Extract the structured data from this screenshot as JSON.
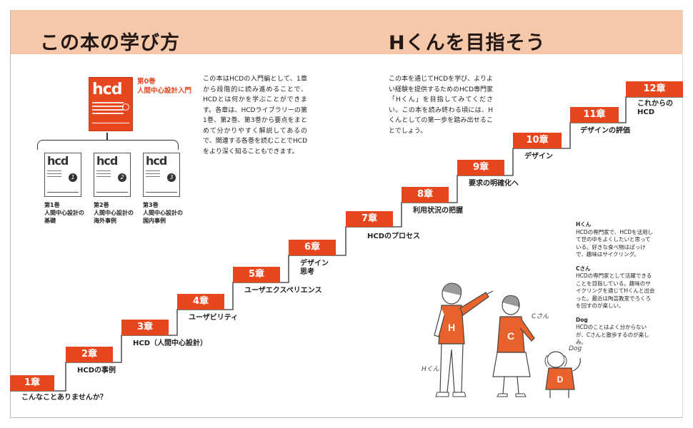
{
  "header": {
    "left_title": "この本の学び方",
    "right_title": "Hくんを目指そう"
  },
  "intro_left": "この本はHCDの入門編として、1章から段階的に読み進めることで、HCDとは何かを学ぶことができます。各章は、HCDライブラリーの第1巻、第2巻、第3巻から要点をまとめて分かりやすく解説してあるので、関連する各巻を読むことでHCDをより深く知ることもできます。",
  "intro_right": "この本を通じてHCDを学び、よりよい経験を提供するためのHCD専門家「Hくん」を目指してみてください。この本を読み終わる頃には、Hくんとしての第一歩を踏み出せることでしょう。",
  "books": {
    "main": {
      "logo": "hcd",
      "vol": "第0巻",
      "title": "人間中心設計入門"
    },
    "items": [
      {
        "logo": "hcd",
        "num": "1",
        "vol": "第1巻",
        "title": "人間中心設計の",
        "title2": "基礎"
      },
      {
        "logo": "hcd",
        "num": "2",
        "vol": "第2巻",
        "title": "人間中心設計の",
        "title2": "海外事例"
      },
      {
        "logo": "hcd",
        "num": "3",
        "vol": "第3巻",
        "title": "人間中心設計の",
        "title2": "国内事例"
      }
    ]
  },
  "chapters": [
    {
      "badge": "1章",
      "label": "こんなことありませんか？"
    },
    {
      "badge": "2章",
      "label": "HCDの事例"
    },
    {
      "badge": "3章",
      "label": "HCD（人間中心設計）"
    },
    {
      "badge": "4章",
      "label": "ユーザビリティ"
    },
    {
      "badge": "5章",
      "label": "ユーザエクスペリエンス"
    },
    {
      "badge": "6章",
      "label": "デザイン",
      "label2": "思考"
    },
    {
      "badge": "7章",
      "label": "HCDのプロセス"
    },
    {
      "badge": "8章",
      "label": "利用状況の把握"
    },
    {
      "badge": "9章",
      "label": "要求の明確化へ"
    },
    {
      "badge": "10章",
      "label": "デザイン"
    },
    {
      "badge": "11章",
      "label": "デザインの評価"
    },
    {
      "badge": "12章",
      "label": "これからの",
      "label2": "HCD"
    }
  ],
  "notes": {
    "h_title": "Hくん",
    "h_text": "HCDの専門家で、HCDを活用して世の中をよくしたいと思っている。好きな食べ物はぱっけで、趣味はサイクリング。",
    "c_title": "Cさん",
    "c_text": "HCDの専門家として活躍できることを目指している。趣味のサイクリングを通じてHくんと出会った。最近は陶芸教室でろくろを回すのが楽しい。",
    "dog_title": "Dog",
    "dog_text": "HCDのことはよく分からないが、Cさんと散歩するのが楽しみ。"
  },
  "illustration": {
    "h_shirt": "H",
    "c_shirt": "C",
    "d_shirt": "D",
    "h_tag": "Hくん",
    "c_tag": "Cさん",
    "d_tag": "Dog"
  },
  "colors": {
    "accent": "#e8471e",
    "header_bg": "#f6c8aa"
  }
}
